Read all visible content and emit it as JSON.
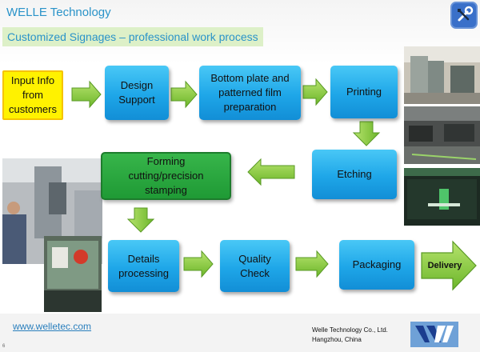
{
  "header": {
    "title": "WELLE Technology",
    "subtitle": "Customized Signages – professional work process"
  },
  "steps": {
    "input_info": "Input Info from customers",
    "design_support": "Design Support",
    "bottom_plate": "Bottom plate and patterned film preparation",
    "printing": "Printing",
    "etching": "Etching",
    "forming": "Forming cutting/precision stamping",
    "details": "Details processing",
    "quality": "Quality Check",
    "packaging": "Packaging",
    "delivery": "Delivery"
  },
  "footer": {
    "website": "www.welletec.com",
    "company_line1": "Welle Technology Co., Ltd.",
    "company_line2": "Hangzhou, China",
    "page_number": "6"
  },
  "icons": {
    "top_right": "wrench-screwdriver-icon",
    "bottom_right": "welle-logo-icon"
  },
  "colors": {
    "title_blue": "#2a93c9",
    "step_blue": "#1ea6e8",
    "input_yellow": "#fff200",
    "forming_green": "#1f9a35",
    "arrow_green": "#8fd13f"
  }
}
